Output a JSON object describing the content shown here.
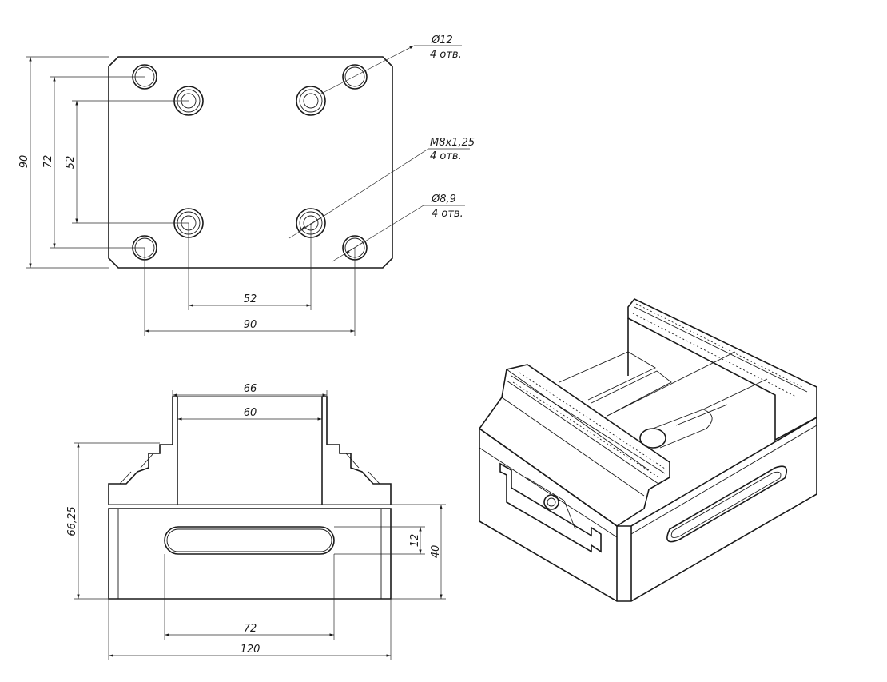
{
  "dimensions": {
    "height_90": "90",
    "height_72": "72",
    "height_52": "52",
    "width_52": "52",
    "width_90": "90",
    "top_66": "66",
    "top_60": "60",
    "height_66_25": "66,25",
    "height_12": "12",
    "height_40": "40",
    "width_72": "72",
    "width_120": "120"
  },
  "callouts": {
    "hole_12_size": "Ø12",
    "hole_12_count": "4 отв.",
    "thread_size": "M8x1,25",
    "thread_count": "4 отв.",
    "hole_89_size": "Ø8,9",
    "hole_89_count": "4 отв."
  }
}
